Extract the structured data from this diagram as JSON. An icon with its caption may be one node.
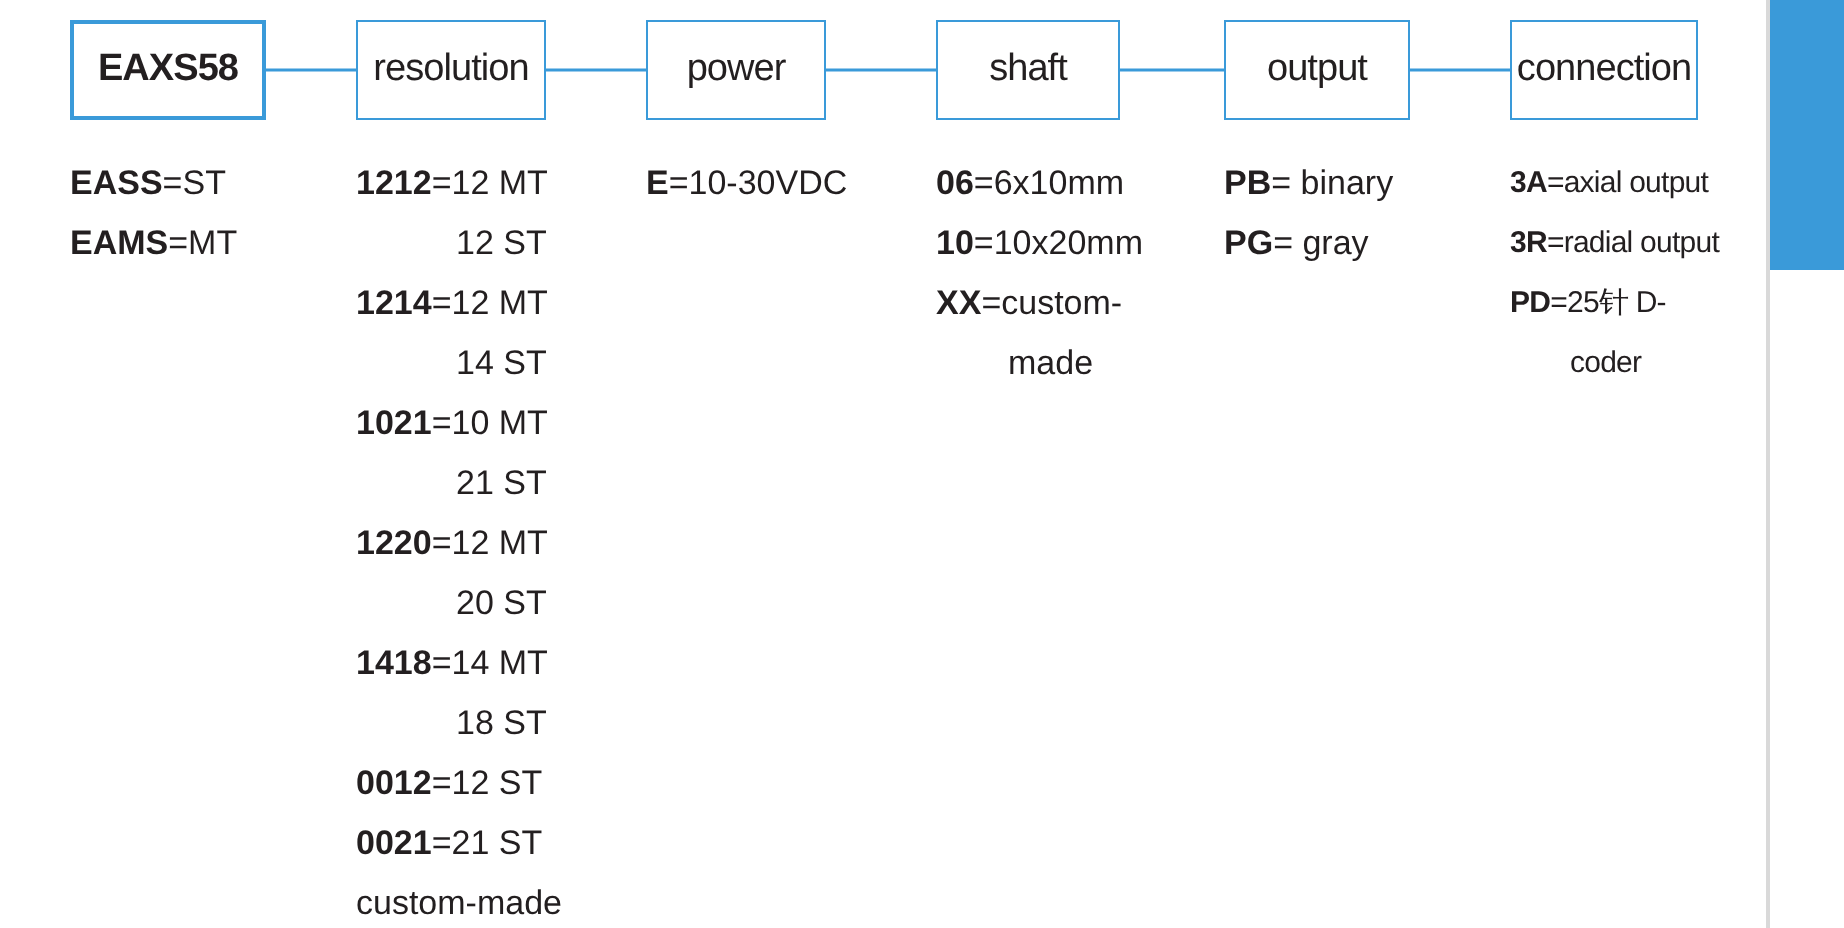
{
  "diagram": {
    "nodes": [
      {
        "text": [
          "EAXS58"
        ],
        "beside": [
          "**EASS**=ST",
          "**EAMS**=MT"
        ]
      },
      {
        "text": [
          "resolution"
        ],
        "beside": [
          "**1212**=12 MT 12 ST",
          "**1214**=12 MT 14 ST",
          "**1021**=10 MT 21 ST",
          "**1220**=12 MT 20 ST",
          "**1418**=14 MT 18 ST",
          "**0012**=12 ST",
          "**0021**=21 ST",
          "custom-made"
        ]
      },
      {
        "text": [
          "power"
        ],
        "beside": [
          "**E**=10-30VDC"
        ]
      },
      {
        "text": [
          "shaft"
        ],
        "beside": [
          "**06**=6x10mm",
          "**10**=10x20mm",
          "**XX**=custom- made"
        ]
      },
      {
        "text": [
          "output"
        ],
        "beside": [
          "**PB**= binary",
          "**PG**= gray"
        ]
      },
      {
        "text": [
          "connection"
        ],
        "beside": [
          "**3A**=axial output",
          "**3R**=radial output",
          "**PD**=25针 D-coder"
        ]
      }
    ],
    "edges": [
      {
        "from": 0,
        "to": 1,
        "arrow": "none"
      },
      {
        "from": 1,
        "to": 2,
        "arrow": "none"
      },
      {
        "from": 2,
        "to": 3,
        "arrow": "none"
      },
      {
        "from": 3,
        "to": 4,
        "arrow": "none"
      },
      {
        "from": 4,
        "to": 5,
        "arrow": "none"
      }
    ]
  }
}
